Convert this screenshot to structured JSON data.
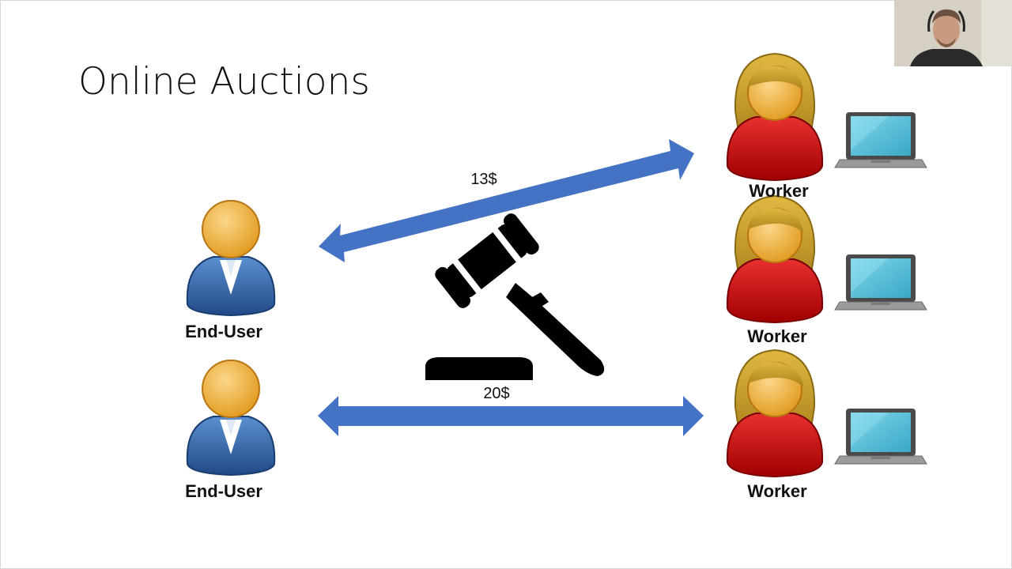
{
  "slide": {
    "title": "Online Auctions"
  },
  "end_users": [
    {
      "label": "End-User"
    },
    {
      "label": "End-User"
    }
  ],
  "workers": [
    {
      "label": "Worker"
    },
    {
      "label": "Worker"
    },
    {
      "label": "Worker"
    }
  ],
  "bids": [
    {
      "price": "13$"
    },
    {
      "price": "20$"
    }
  ],
  "icons": {
    "end_user": "person-icon",
    "worker": "person-icon",
    "laptop": "laptop-icon",
    "auction": "gavel-icon",
    "camera": "presenter-webcam"
  },
  "colors": {
    "arrow": "#4472c4",
    "end_user_body": "#3465a4",
    "worker_body": "#cc0000",
    "head": "#f0a830",
    "hair": "#c8a020",
    "laptop_screen": "#5bc0d8"
  }
}
